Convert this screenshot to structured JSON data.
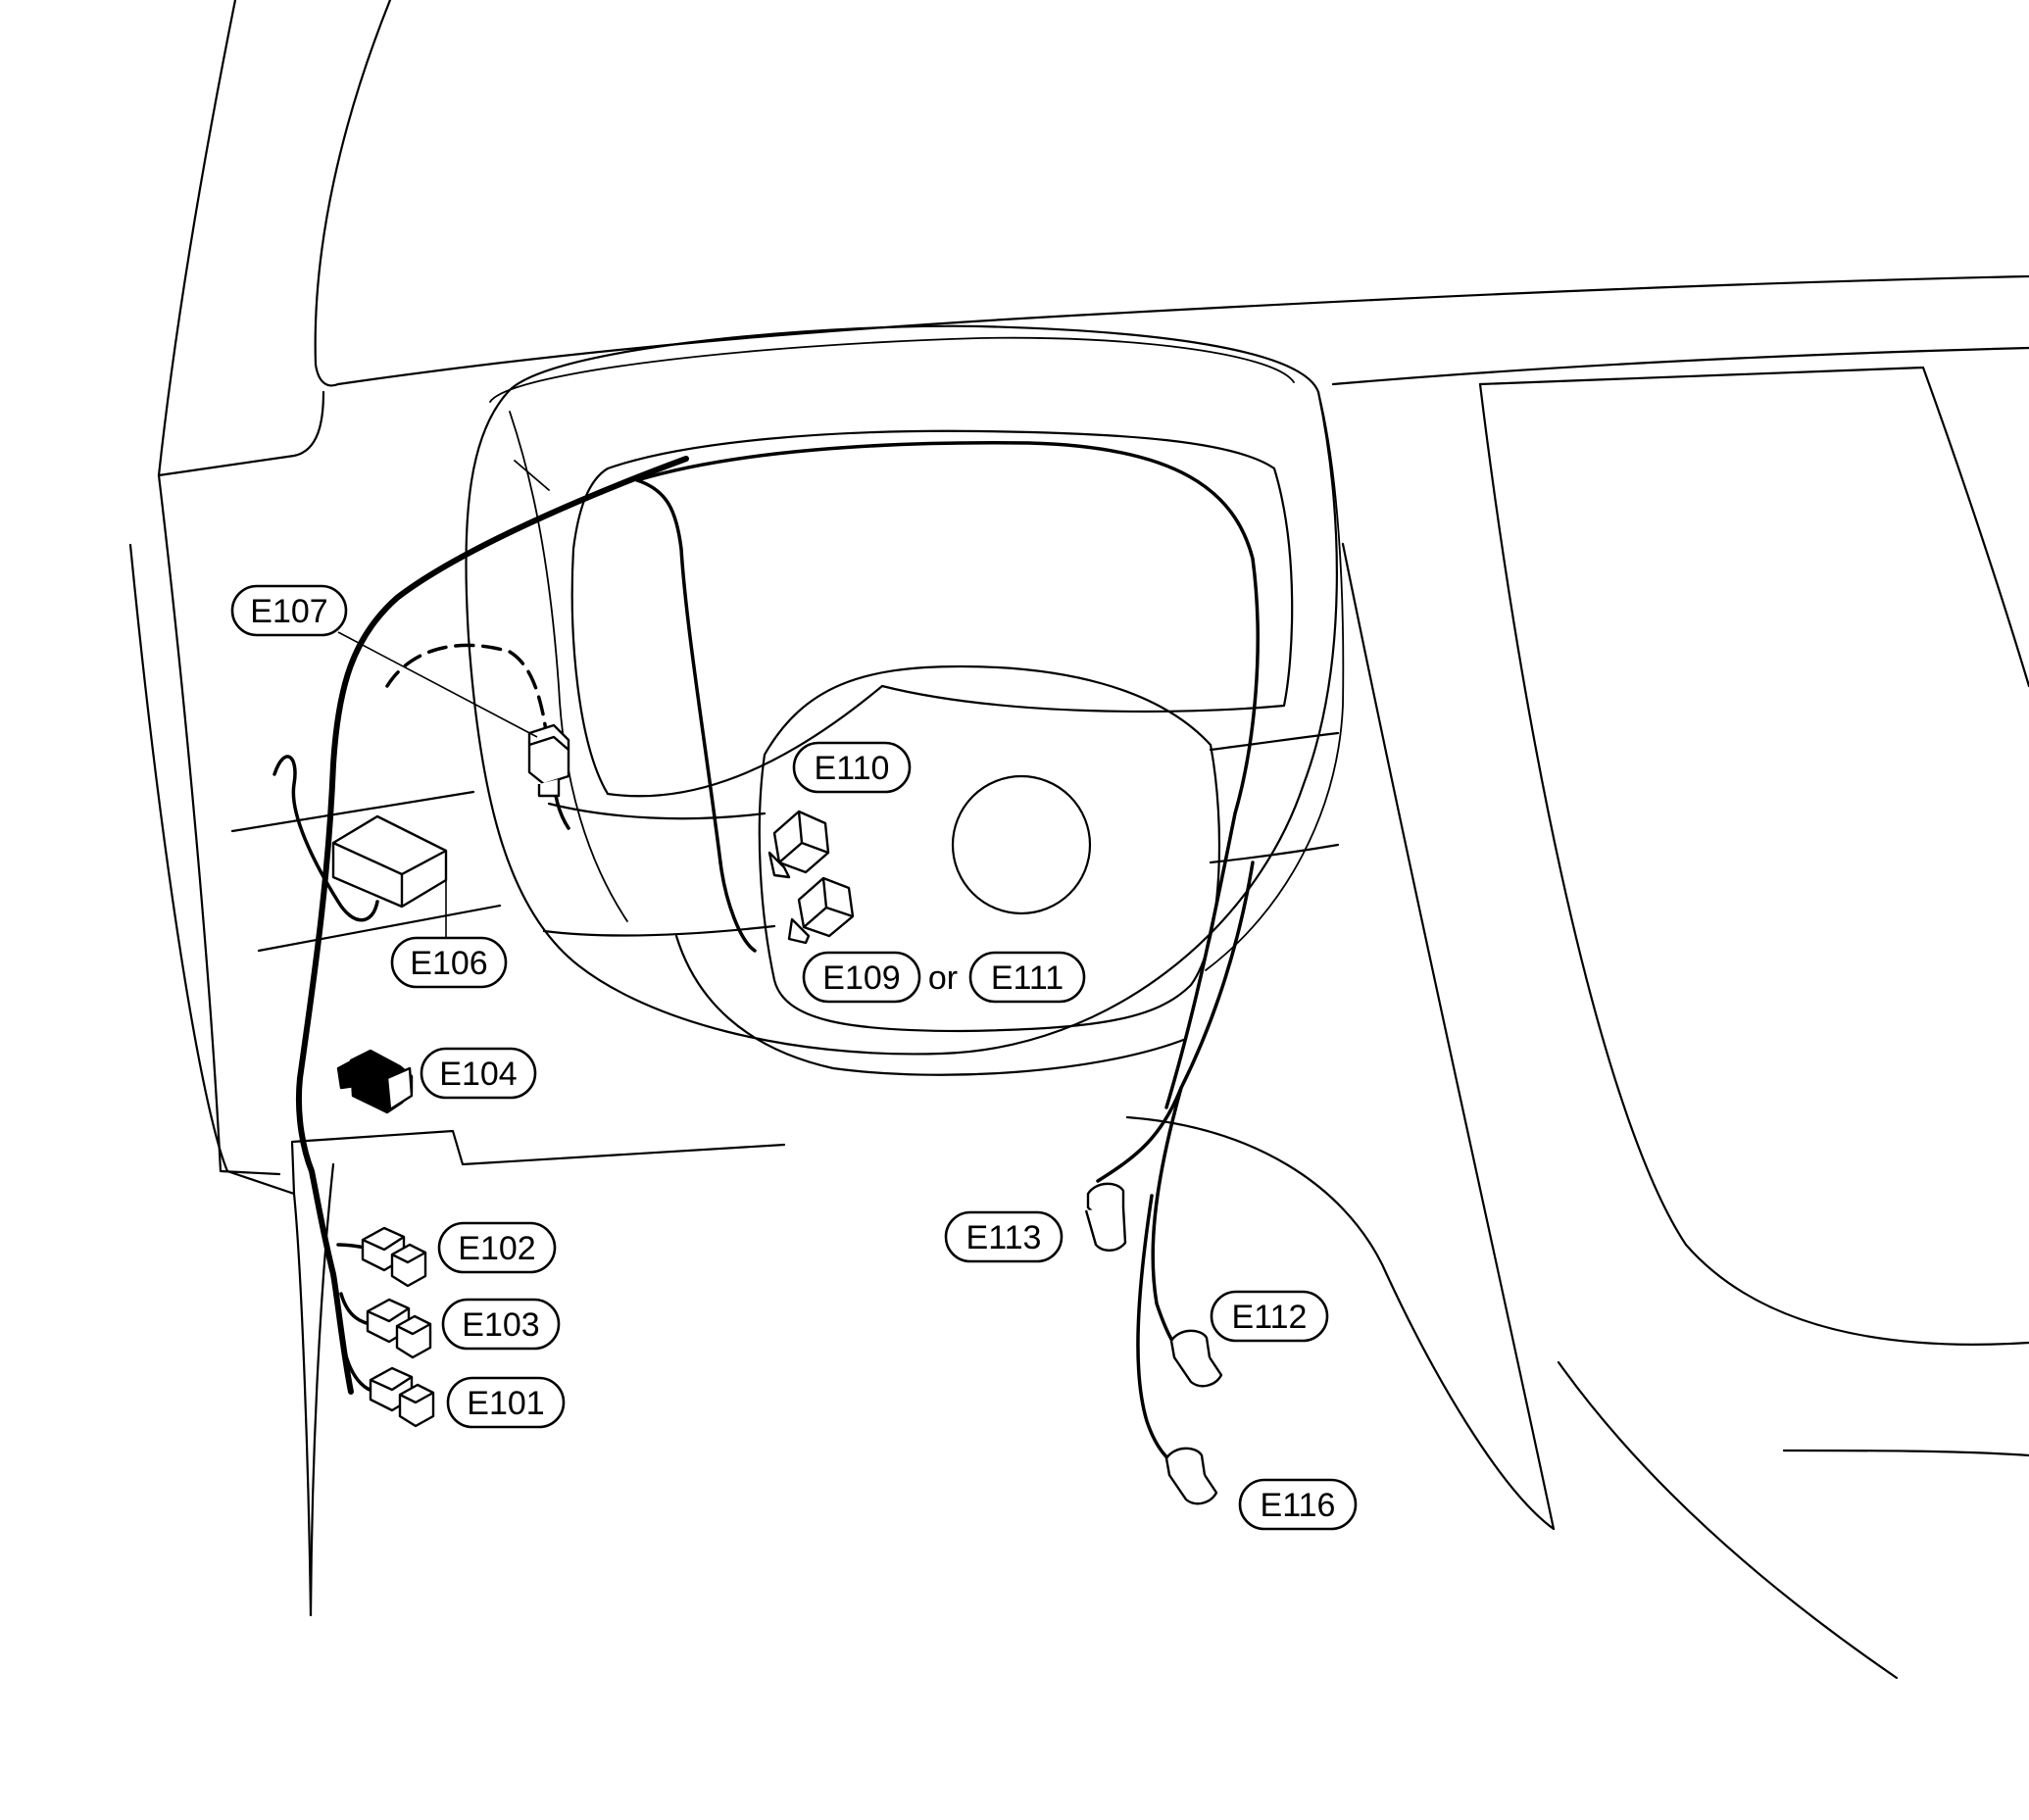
{
  "labels": {
    "E107": "E107",
    "E110": "E110",
    "E106": "E106",
    "E109": "E109",
    "or": "or",
    "E111": "E111",
    "E104": "E104",
    "E113": "E113",
    "E102": "E102",
    "E103": "E103",
    "E101": "E101",
    "E112": "E112",
    "E116": "E116"
  }
}
